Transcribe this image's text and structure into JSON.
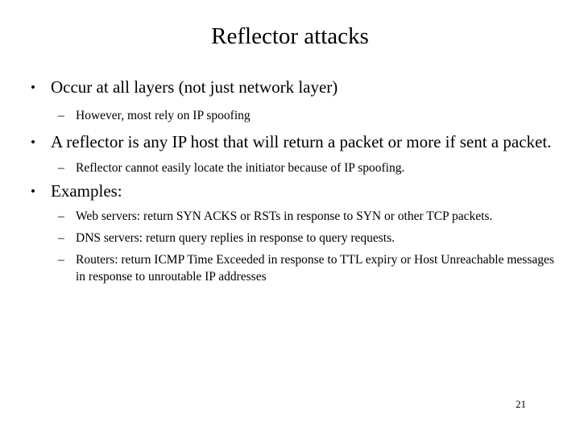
{
  "slide": {
    "title": "Reflector attacks",
    "page_number": "21",
    "bullet_glyph_level1": "•",
    "bullet_glyph_level2": "–",
    "content": [
      {
        "level": 1,
        "text": "Occur at all layers (not just network layer)"
      },
      {
        "level": 2,
        "text": "However, most rely on IP spoofing"
      },
      {
        "level": 1,
        "text": "A reflector is any IP host that will return a packet or more if sent a packet."
      },
      {
        "level": 2,
        "text": "Reflector cannot easily locate the initiator because of IP spoofing."
      },
      {
        "level": 1,
        "text": "Examples:"
      },
      {
        "level": 2,
        "text": "Web servers: return SYN ACKS or RSTs in response to SYN or other TCP packets."
      },
      {
        "level": 2,
        "text": "DNS servers: return query replies in response to query requests."
      },
      {
        "level": 2,
        "text": "Routers: return ICMP Time Exceeded in response to TTL expiry or Host Unreachable messages in response to unroutable IP addresses"
      }
    ]
  },
  "colors": {
    "background": "#ffffff",
    "text": "#000000"
  }
}
